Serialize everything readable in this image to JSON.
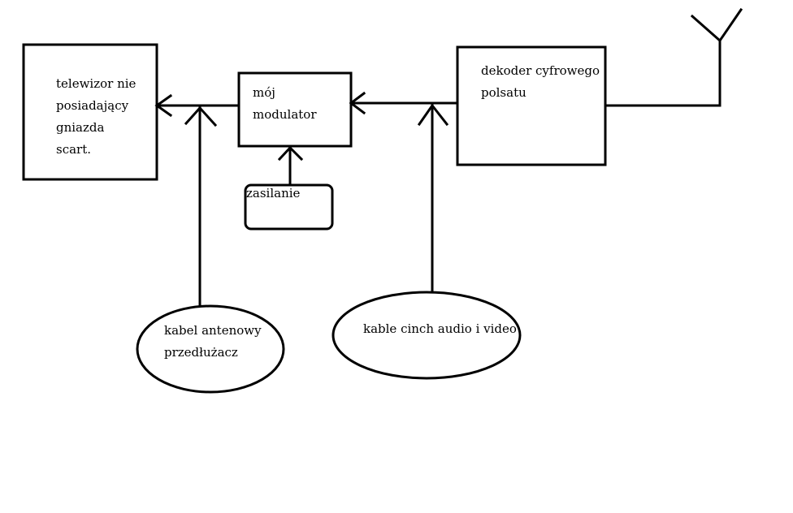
{
  "tv_box": {
    "lines": [
      "telewizor nie",
      "posiadający",
      "gniazda",
      "scart."
    ]
  },
  "modulator_box": {
    "lines": [
      "mój",
      "modulator"
    ]
  },
  "decoder_box": {
    "lines": [
      "dekoder cyfrowego",
      "polsatu"
    ]
  },
  "power_box": {
    "label": "zasilanie"
  },
  "antenna_cable": {
    "lines": [
      "kabel antenowy",
      "przedłużacz"
    ]
  },
  "cinch_cables": {
    "label": "kable cinch audio i video"
  },
  "colors": {
    "stroke": "#000000",
    "background": "#ffffff"
  }
}
